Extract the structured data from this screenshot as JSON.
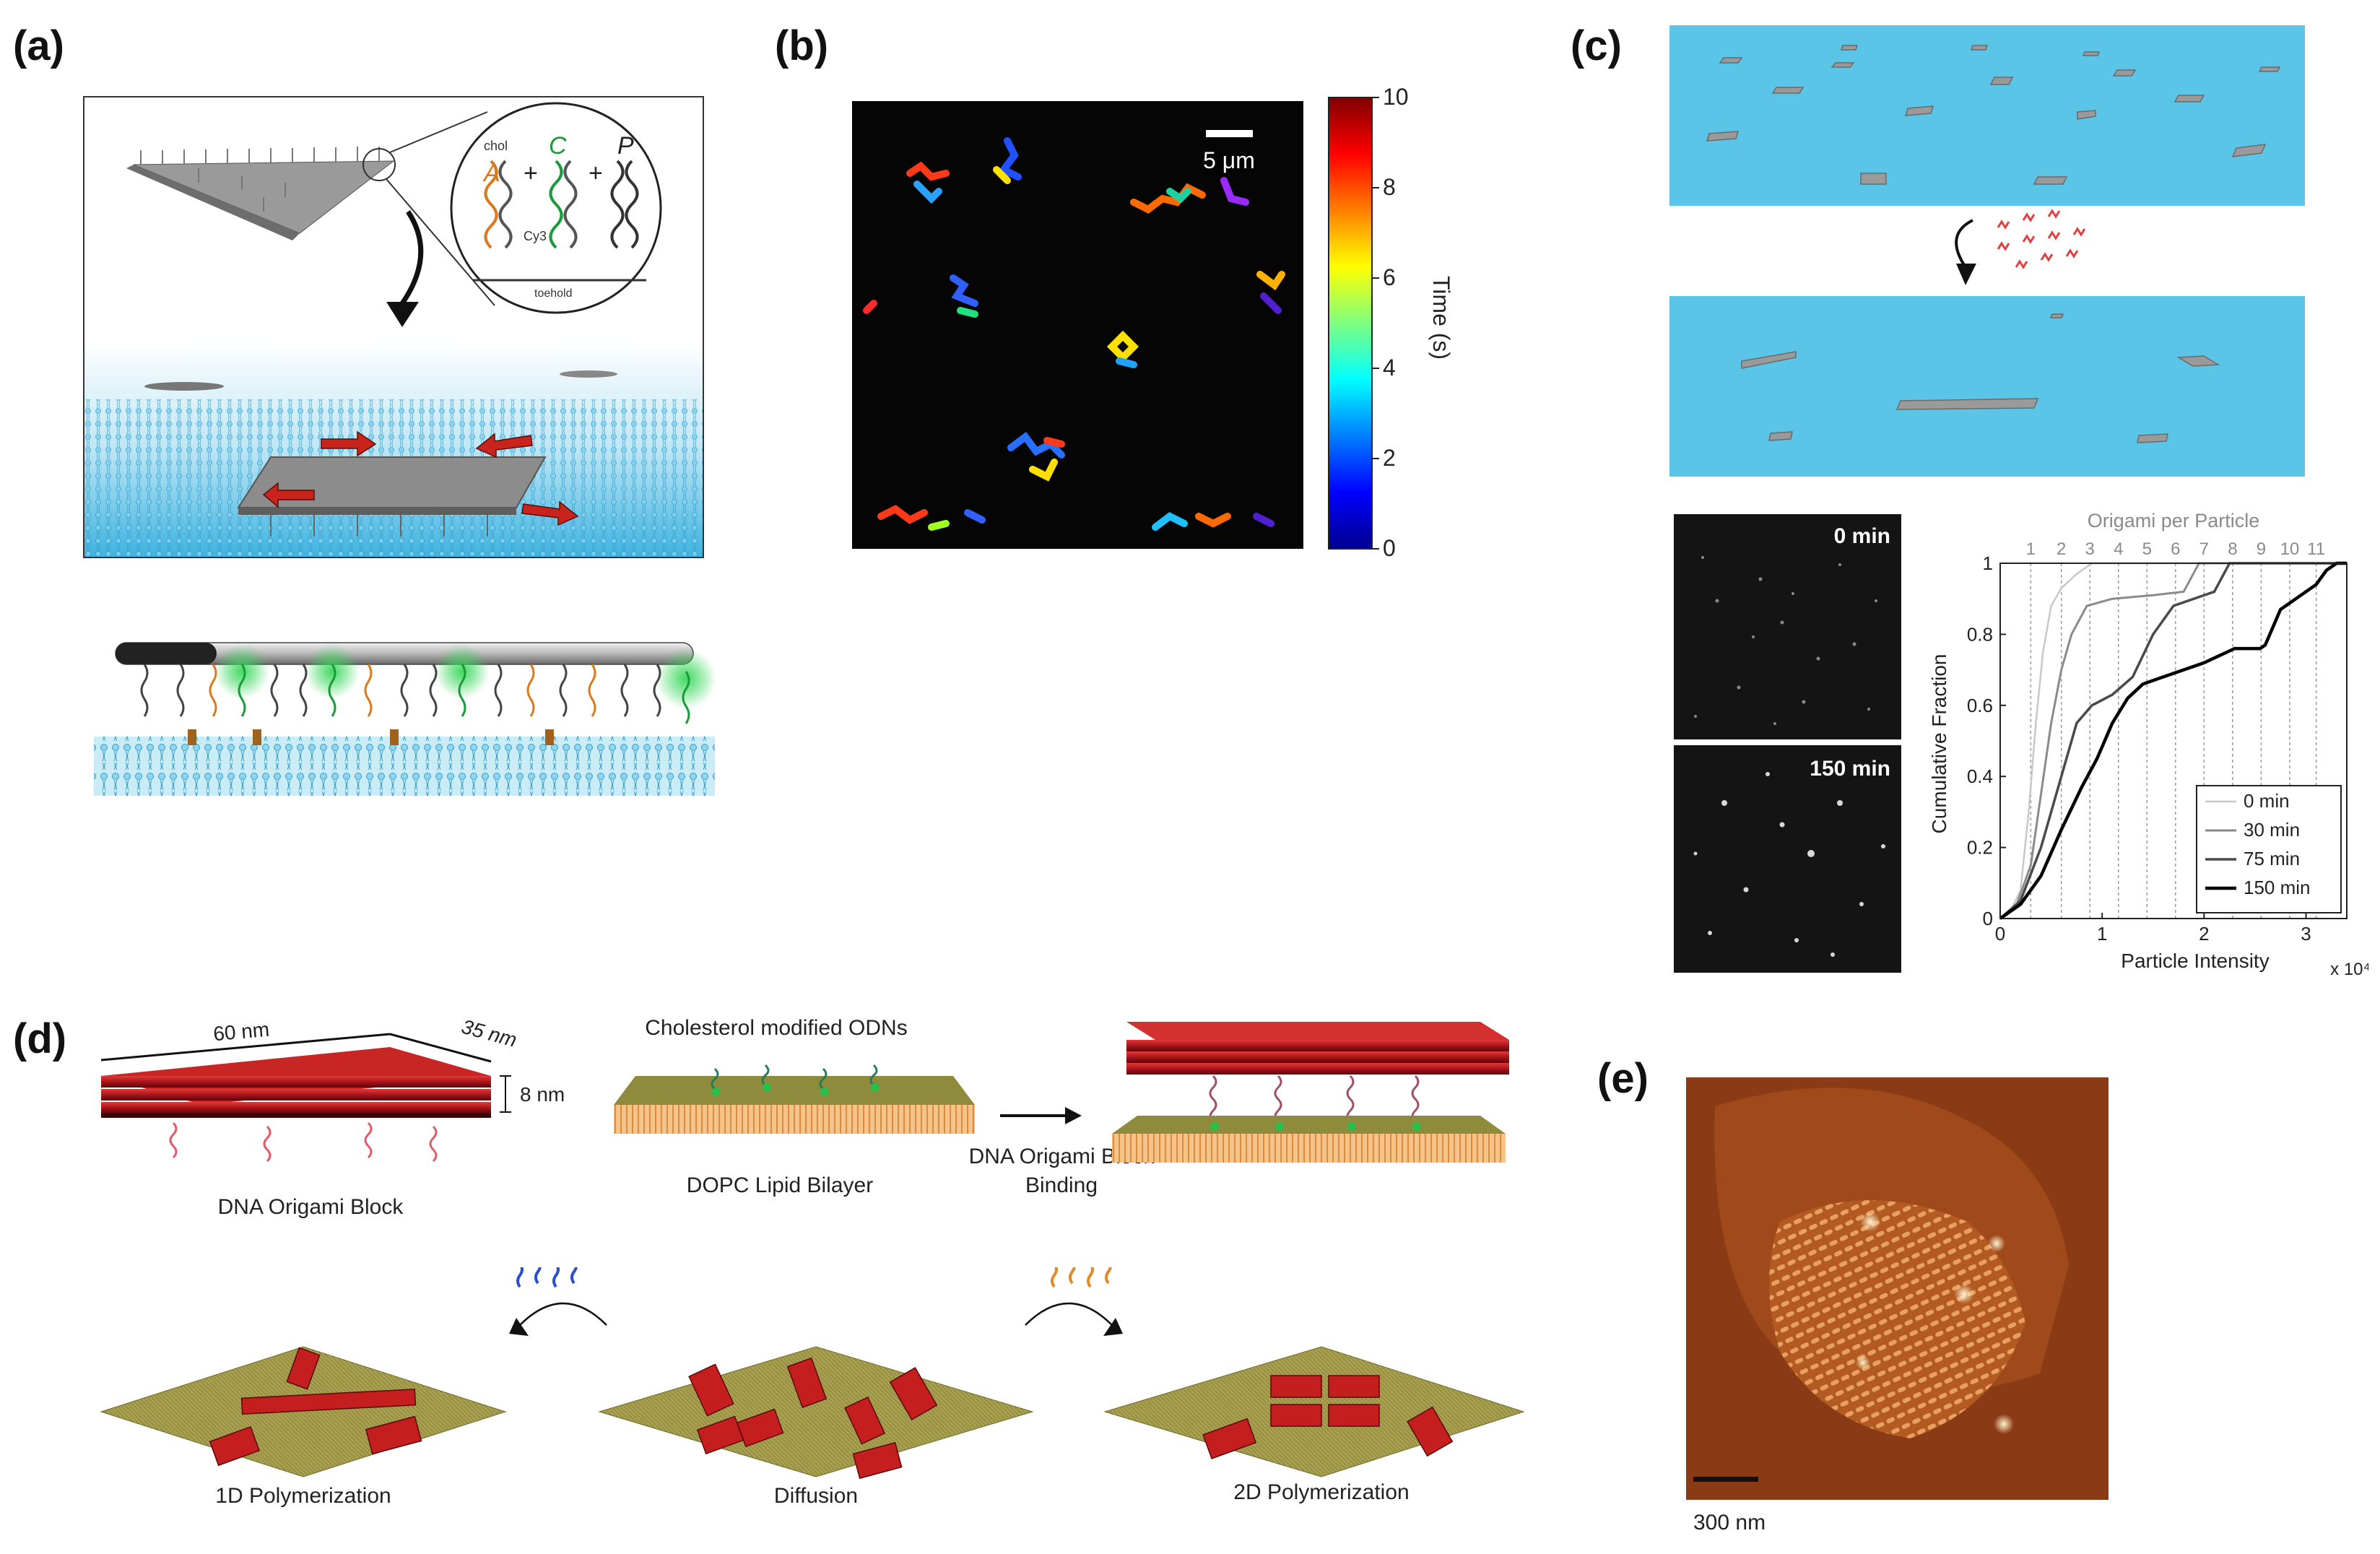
{
  "panels": {
    "a": {
      "label": "(a)",
      "inset": {
        "chol": "chol",
        "A": "A",
        "plus1": "+",
        "C": "C",
        "plus2": "+",
        "P": "P",
        "cy3": "Cy3",
        "toehold": "toehold"
      }
    },
    "b": {
      "label": "(b)",
      "scalebar": "5 μm",
      "colorbar": {
        "label": "Time (s)",
        "ticks": [
          "10",
          "8",
          "6",
          "4",
          "2",
          "0"
        ]
      }
    },
    "c": {
      "label": "(c)",
      "micrograph_labels": [
        "0 min",
        "150 min"
      ]
    },
    "d": {
      "label": "(d)",
      "dims": {
        "length": "60 nm",
        "width": "35 nm",
        "height": "8 nm"
      },
      "captions": {
        "block": "DNA Origami Block",
        "odn": "Cholesterol modified ODNs",
        "bilayer": "DOPC Lipid Bilayer",
        "binding_line1": "DNA Origami Block",
        "binding_line2": "Binding",
        "poly1d": "1D Polymerization",
        "diffusion": "Diffusion",
        "poly2d": "2D Polymerization"
      }
    },
    "e": {
      "label": "(e)",
      "scalebar": "300 nm"
    }
  },
  "chart_data": {
    "type": "line",
    "xlabel": "Particle Intensity",
    "x_exponent": "x 10⁴",
    "ylabel": "Cumulative Fraction",
    "top_axis_label": "Origami per Particle",
    "xlim": [
      0,
      3.4
    ],
    "ylim": [
      0,
      1
    ],
    "x_ticks": [
      "0",
      "1",
      "2",
      "3"
    ],
    "y_ticks": [
      "0",
      "0.2",
      "0.4",
      "0.6",
      "0.8",
      "1"
    ],
    "top_ticks": [
      "1",
      "2",
      "3",
      "4",
      "5",
      "6",
      "7",
      "8",
      "9",
      "10",
      "11"
    ],
    "top_tick_positions": [
      0.3,
      0.6,
      0.88,
      1.16,
      1.44,
      1.72,
      2.0,
      2.28,
      2.56,
      2.84,
      3.1
    ],
    "legend_position": "bottom-right",
    "series": [
      {
        "name": "0 min",
        "color": "#c8c8c8",
        "points": [
          [
            0,
            0
          ],
          [
            0.1,
            0.02
          ],
          [
            0.2,
            0.08
          ],
          [
            0.28,
            0.3
          ],
          [
            0.35,
            0.55
          ],
          [
            0.42,
            0.75
          ],
          [
            0.5,
            0.88
          ],
          [
            0.6,
            0.93
          ],
          [
            0.75,
            0.97
          ],
          [
            0.9,
            1.0
          ],
          [
            3.4,
            1.0
          ]
        ]
      },
      {
        "name": "30 min",
        "color": "#8a8a8a",
        "points": [
          [
            0,
            0
          ],
          [
            0.15,
            0.03
          ],
          [
            0.3,
            0.15
          ],
          [
            0.4,
            0.35
          ],
          [
            0.5,
            0.55
          ],
          [
            0.6,
            0.7
          ],
          [
            0.7,
            0.8
          ],
          [
            0.85,
            0.88
          ],
          [
            1.1,
            0.9
          ],
          [
            1.5,
            0.91
          ],
          [
            1.8,
            0.92
          ],
          [
            1.95,
            1.0
          ],
          [
            3.4,
            1.0
          ]
        ]
      },
      {
        "name": "75 min",
        "color": "#4a4a4a",
        "points": [
          [
            0,
            0
          ],
          [
            0.2,
            0.05
          ],
          [
            0.4,
            0.2
          ],
          [
            0.6,
            0.4
          ],
          [
            0.75,
            0.55
          ],
          [
            0.9,
            0.6
          ],
          [
            1.1,
            0.63
          ],
          [
            1.3,
            0.68
          ],
          [
            1.5,
            0.8
          ],
          [
            1.7,
            0.88
          ],
          [
            1.9,
            0.9
          ],
          [
            2.1,
            0.92
          ],
          [
            2.25,
            1.0
          ],
          [
            3.4,
            1.0
          ]
        ]
      },
      {
        "name": "150 min",
        "color": "#000000",
        "points": [
          [
            0,
            0
          ],
          [
            0.2,
            0.04
          ],
          [
            0.4,
            0.12
          ],
          [
            0.6,
            0.25
          ],
          [
            0.8,
            0.37
          ],
          [
            0.95,
            0.45
          ],
          [
            1.1,
            0.55
          ],
          [
            1.25,
            0.62
          ],
          [
            1.4,
            0.66
          ],
          [
            1.6,
            0.68
          ],
          [
            1.8,
            0.7
          ],
          [
            2.0,
            0.72
          ],
          [
            2.3,
            0.76
          ],
          [
            2.55,
            0.76
          ],
          [
            2.6,
            0.77
          ],
          [
            2.75,
            0.87
          ],
          [
            2.9,
            0.9
          ],
          [
            3.1,
            0.94
          ],
          [
            3.2,
            0.98
          ],
          [
            3.3,
            1.0
          ],
          [
            3.4,
            1.0
          ]
        ]
      }
    ]
  },
  "colors": {
    "water": "#5bc5e8",
    "origami_red": "#b5121b",
    "bilayer_orange": "#f2a35b",
    "surface_olive": "#9a9448",
    "afm_brown": "#8b3a14"
  }
}
